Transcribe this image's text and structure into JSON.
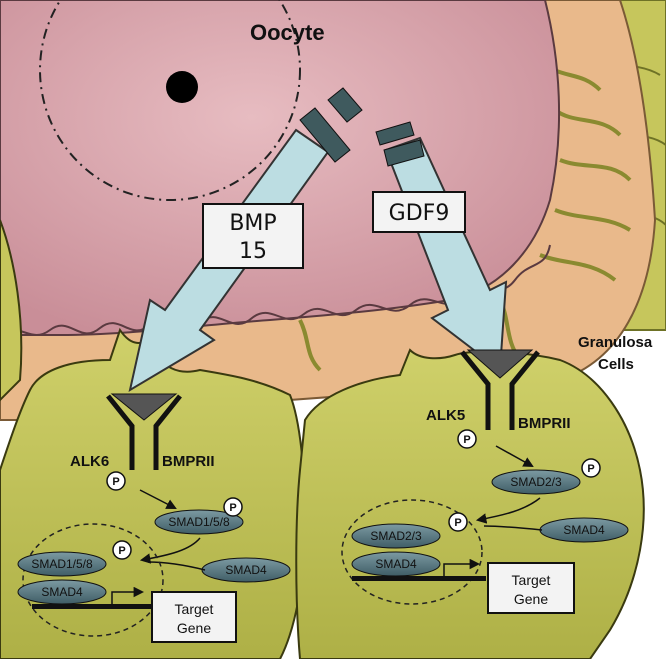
{
  "title": "Oocyte",
  "granulosa_label": [
    "Granulosa",
    "Cells"
  ],
  "ligands": {
    "left": [
      "BMP",
      "15"
    ],
    "right": [
      "GDF9"
    ]
  },
  "left_cell": {
    "receptor_1": "ALK6",
    "receptor_2": "BMPRII",
    "phospho": "P",
    "smad_cyto": "SMAD1/5/8",
    "smad4": "SMAD4",
    "smad_nuc": "SMAD1/5/8",
    "smad4_nuc": "SMAD4",
    "target": [
      "Target",
      "Gene"
    ]
  },
  "right_cell": {
    "receptor_1": "ALK5",
    "receptor_2": "BMPRII",
    "phospho": "P",
    "smad_cyto": "SMAD2/3",
    "smad4": "SMAD4",
    "smad_nuc": "SMAD2/3",
    "smad4_nuc": "SMAD4",
    "target": [
      "Target",
      "Gene"
    ]
  },
  "colors": {
    "oocyte": "#d9a1aa",
    "zona": "#eab98c",
    "granulosa": "#c3c45a",
    "granulosa_dark": "#9ea23a",
    "arrow": "#bcdde2",
    "ligand": "#3f5a5e",
    "smad": "#4f6f78"
  }
}
